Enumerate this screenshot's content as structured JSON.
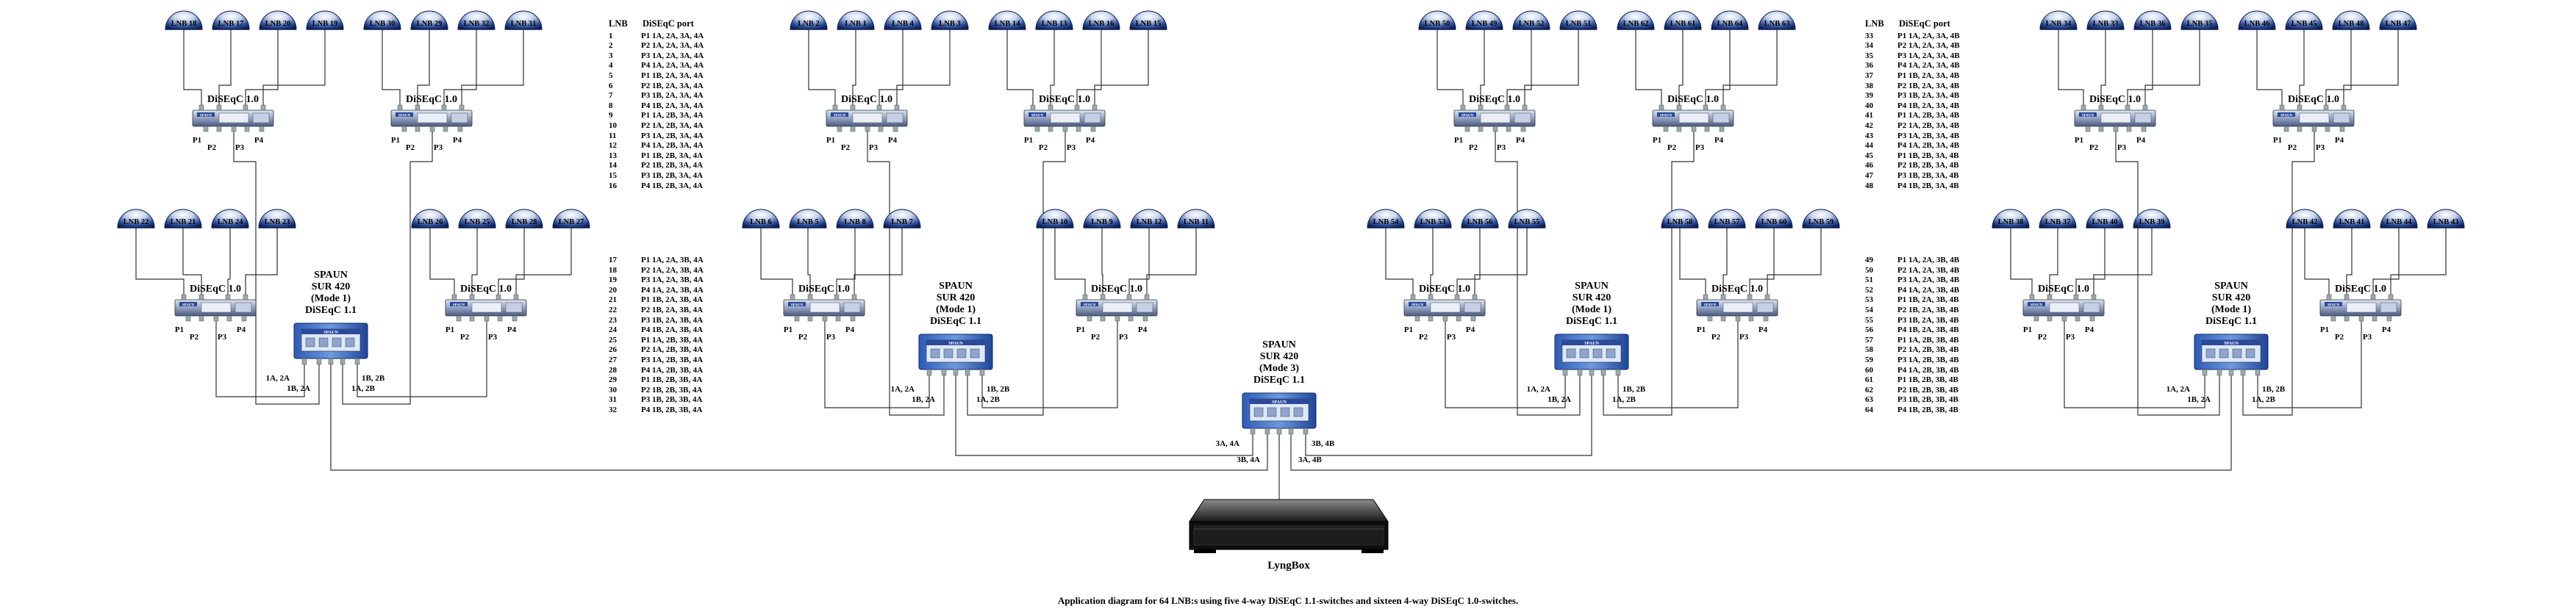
{
  "labels": {
    "diseqc10": "DiSEqC 1.0",
    "p1": "P1",
    "p2": "P2",
    "p3": "P3",
    "p4": "P4",
    "spaun_name": "SPAUN",
    "spaun_model": "SUR 420",
    "mode1": "(Mode 1)",
    "mode3": "(Mode 3)",
    "diseqc11": "DiSEqC 1.1",
    "box_name": "LyngBox",
    "lnb_prefix": "LNB",
    "switch_brand": "SPAUN"
  },
  "caption": "Application diagram for 64 LNB:s using five 4-way DiSEqC 1.1-switches and sixteen 4-way DiSEqC 1.0-switches.",
  "groups": [
    {
      "top": [
        18,
        17,
        20,
        19
      ],
      "bottom": [
        22,
        21,
        24,
        23
      ]
    },
    {
      "top": [
        30,
        29,
        32,
        31
      ],
      "bottom": [
        26,
        25,
        28,
        27
      ]
    },
    {
      "top": [
        2,
        1,
        4,
        3
      ],
      "bottom": [
        6,
        5,
        8,
        7
      ]
    },
    {
      "top": [
        14,
        13,
        16,
        15
      ],
      "bottom": [
        10,
        9,
        12,
        11
      ]
    },
    {
      "top": [
        50,
        49,
        52,
        51
      ],
      "bottom": [
        54,
        53,
        56,
        55
      ]
    },
    {
      "top": [
        62,
        61,
        64,
        63
      ],
      "bottom": [
        58,
        57,
        60,
        59
      ]
    },
    {
      "top": [
        34,
        33,
        36,
        35
      ],
      "bottom": [
        38,
        37,
        40,
        39
      ]
    },
    {
      "top": [
        46,
        45,
        48,
        47
      ],
      "bottom": [
        42,
        41,
        44,
        43
      ]
    }
  ],
  "sub_switch_ports": {
    "l1": "1A, 2A",
    "l2": "1B, 2A",
    "r1": "1B, 2B",
    "r2": "1A, 2B"
  },
  "main_switch_ports": {
    "l1": "3A, 4A",
    "l2": "3B, 4A",
    "r1": "3B, 4B",
    "r2": "3A, 4B"
  },
  "tables": {
    "left": {
      "header_lnb": "LNB",
      "header_port": "DiSEqC port",
      "block1": [
        [
          "1",
          "P1 1A, 2A, 3A, 4A"
        ],
        [
          "2",
          "P2 1A, 2A, 3A, 4A"
        ],
        [
          "3",
          "P3 1A, 2A, 3A, 4A"
        ],
        [
          "4",
          "P4 1A, 2A, 3A, 4A"
        ],
        [
          "5",
          "P1 1B, 2A, 3A, 4A"
        ],
        [
          "6",
          "P2 1B, 2A, 3A, 4A"
        ],
        [
          "7",
          "P3 1B, 2A, 3A, 4A"
        ],
        [
          "8",
          "P4 1B, 2A, 3A, 4A"
        ],
        [
          "9",
          "P1 1A, 2B, 3A, 4A"
        ],
        [
          "10",
          "P2 1A, 2B, 3A, 4A"
        ],
        [
          "11",
          "P3 1A, 2B, 3A, 4A"
        ],
        [
          "12",
          "P4 1A, 2B, 3A, 4A"
        ],
        [
          "13",
          "P1 1B, 2B, 3A, 4A"
        ],
        [
          "14",
          "P2 1B, 2B, 3A, 4A"
        ],
        [
          "15",
          "P3 1B, 2B, 3A, 4A"
        ],
        [
          "16",
          "P4 1B, 2B, 3A, 4A"
        ]
      ],
      "block2": [
        [
          "17",
          "P1 1A, 2A, 3B, 4A"
        ],
        [
          "18",
          "P2 1A, 2A, 3B, 4A"
        ],
        [
          "19",
          "P3 1A, 2A, 3B, 4A"
        ],
        [
          "20",
          "P4 1A, 2A, 3B, 4A"
        ],
        [
          "21",
          "P1 1B, 2A, 3B, 4A"
        ],
        [
          "22",
          "P2 1B, 2A, 3B, 4A"
        ],
        [
          "23",
          "P3 1B, 2A, 3B, 4A"
        ],
        [
          "24",
          "P4 1B, 2A, 3B, 4A"
        ],
        [
          "25",
          "P1 1A, 2B, 3B, 4A"
        ],
        [
          "26",
          "P2 1A, 2B, 3B, 4A"
        ],
        [
          "27",
          "P3 1A, 2B, 3B, 4A"
        ],
        [
          "28",
          "P4 1A, 2B, 3B, 4A"
        ],
        [
          "29",
          "P1 1B, 2B, 3B, 4A"
        ],
        [
          "30",
          "P2 1B, 2B, 3B, 4A"
        ],
        [
          "31",
          "P3 1B, 2B, 3B, 4A"
        ],
        [
          "32",
          "P4 1B, 2B, 3B, 4A"
        ]
      ]
    },
    "right": {
      "header_lnb": "LNB",
      "header_port": "DiSEqC port",
      "block1": [
        [
          "33",
          "P1 1A, 2A, 3A, 4B"
        ],
        [
          "34",
          "P2 1A, 2A, 3A, 4B"
        ],
        [
          "35",
          "P3 1A, 2A, 3A, 4B"
        ],
        [
          "36",
          "P4 1A, 2A, 3A, 4B"
        ],
        [
          "37",
          "P1 1B, 2A, 3A, 4B"
        ],
        [
          "38",
          "P2 1B, 2A, 3A, 4B"
        ],
        [
          "39",
          "P3 1B, 2A, 3A, 4B"
        ],
        [
          "40",
          "P4 1B, 2A, 3A, 4B"
        ],
        [
          "41",
          "P1 1A, 2B, 3A, 4B"
        ],
        [
          "42",
          "P2 1A, 2B, 3A, 4B"
        ],
        [
          "43",
          "P3 1A, 2B, 3A, 4B"
        ],
        [
          "44",
          "P4 1A, 2B, 3A, 4B"
        ],
        [
          "45",
          "P1 1B, 2B, 3A, 4B"
        ],
        [
          "46",
          "P2 1B, 2B, 3A, 4B"
        ],
        [
          "47",
          "P3 1B, 2B, 3A, 4B"
        ],
        [
          "48",
          "P4 1B, 2B, 3A, 4B"
        ]
      ],
      "block2": [
        [
          "49",
          "P1 1A, 2A, 3B, 4B"
        ],
        [
          "50",
          "P2 1A, 2A, 3B, 4B"
        ],
        [
          "51",
          "P3 1A, 2A, 3B, 4B"
        ],
        [
          "52",
          "P4 1A, 2A, 3B, 4B"
        ],
        [
          "53",
          "P1 1B, 2A, 3B, 4B"
        ],
        [
          "54",
          "P2 1B, 2A, 3B, 4B"
        ],
        [
          "55",
          "P3 1B, 2A, 3B, 4B"
        ],
        [
          "56",
          "P4 1B, 2A, 3B, 4B"
        ],
        [
          "57",
          "P1 1A, 2B, 3B, 4B"
        ],
        [
          "58",
          "P2 1A, 2B, 3B, 4B"
        ],
        [
          "59",
          "P3 1A, 2B, 3B, 4B"
        ],
        [
          "60",
          "P4 1A, 2B, 3B, 4B"
        ],
        [
          "61",
          "P1 1B, 2B, 3B, 4B"
        ],
        [
          "62",
          "P2 1B, 2B, 3B, 4B"
        ],
        [
          "63",
          "P3 1B, 2B, 3B, 4B"
        ],
        [
          "64",
          "P4 1B, 2B, 3B, 4B"
        ]
      ]
    }
  }
}
